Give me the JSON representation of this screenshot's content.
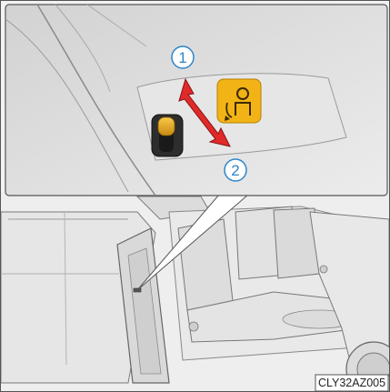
{
  "figure": {
    "code": "CLY32AZ005",
    "callouts": [
      "1",
      "2"
    ]
  },
  "colors": {
    "arrow_red": "#e02a2a",
    "label_yellow": "#f2b316",
    "callout_blue": "#2f86c8",
    "line_gray": "#666666"
  },
  "icons": {
    "warning_label": "seat-warning-label-icon",
    "direction_arrow": "double-headed-arrow-icon",
    "lever": "child-lock-lever-icon"
  }
}
